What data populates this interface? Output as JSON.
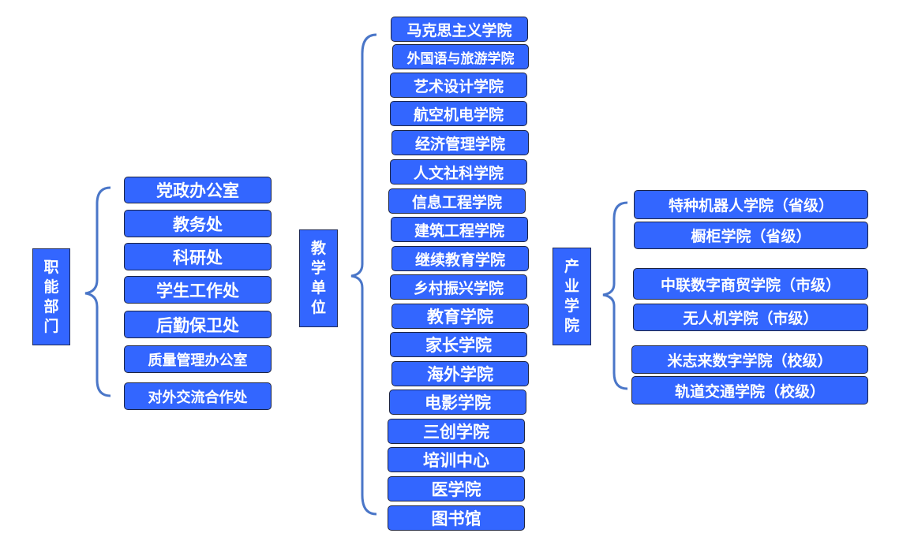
{
  "colors": {
    "box_fill": "#3366ff",
    "box_border": "#1c2340",
    "brace": "#4a76c8",
    "text": "#ffffff"
  },
  "groups": {
    "functional": {
      "label": [
        "职",
        "能",
        "部",
        "门"
      ],
      "items": [
        "党政办公室",
        "教务处",
        "科研处",
        "学生工作处",
        "后勤保卫处",
        "质量管理办公室",
        "对外交流合作处"
      ]
    },
    "teaching": {
      "label": [
        "教",
        "学",
        "单",
        "位"
      ],
      "items": [
        "马克思主义学院",
        "外国语与旅游学院",
        "艺术设计学院",
        "航空机电学院",
        "经济管理学院",
        "人文社科学院",
        "信息工程学院",
        "建筑工程学院",
        "继续教育学院",
        "乡村振兴学院",
        "教育学院",
        "家长学院",
        "海外学院",
        "电影学院",
        "三创学院",
        "培训中心",
        "医学院",
        "图书馆"
      ]
    },
    "industry": {
      "label": [
        "产",
        "业",
        "学",
        "院"
      ],
      "items": [
        "特种机器人学院（省级）",
        "橱柜学院（省级）",
        "中联数字商贸学院（市级）",
        "无人机学院（市级）",
        "米志来数字学院（校级）",
        "轨道交通学院（校级）"
      ]
    }
  }
}
